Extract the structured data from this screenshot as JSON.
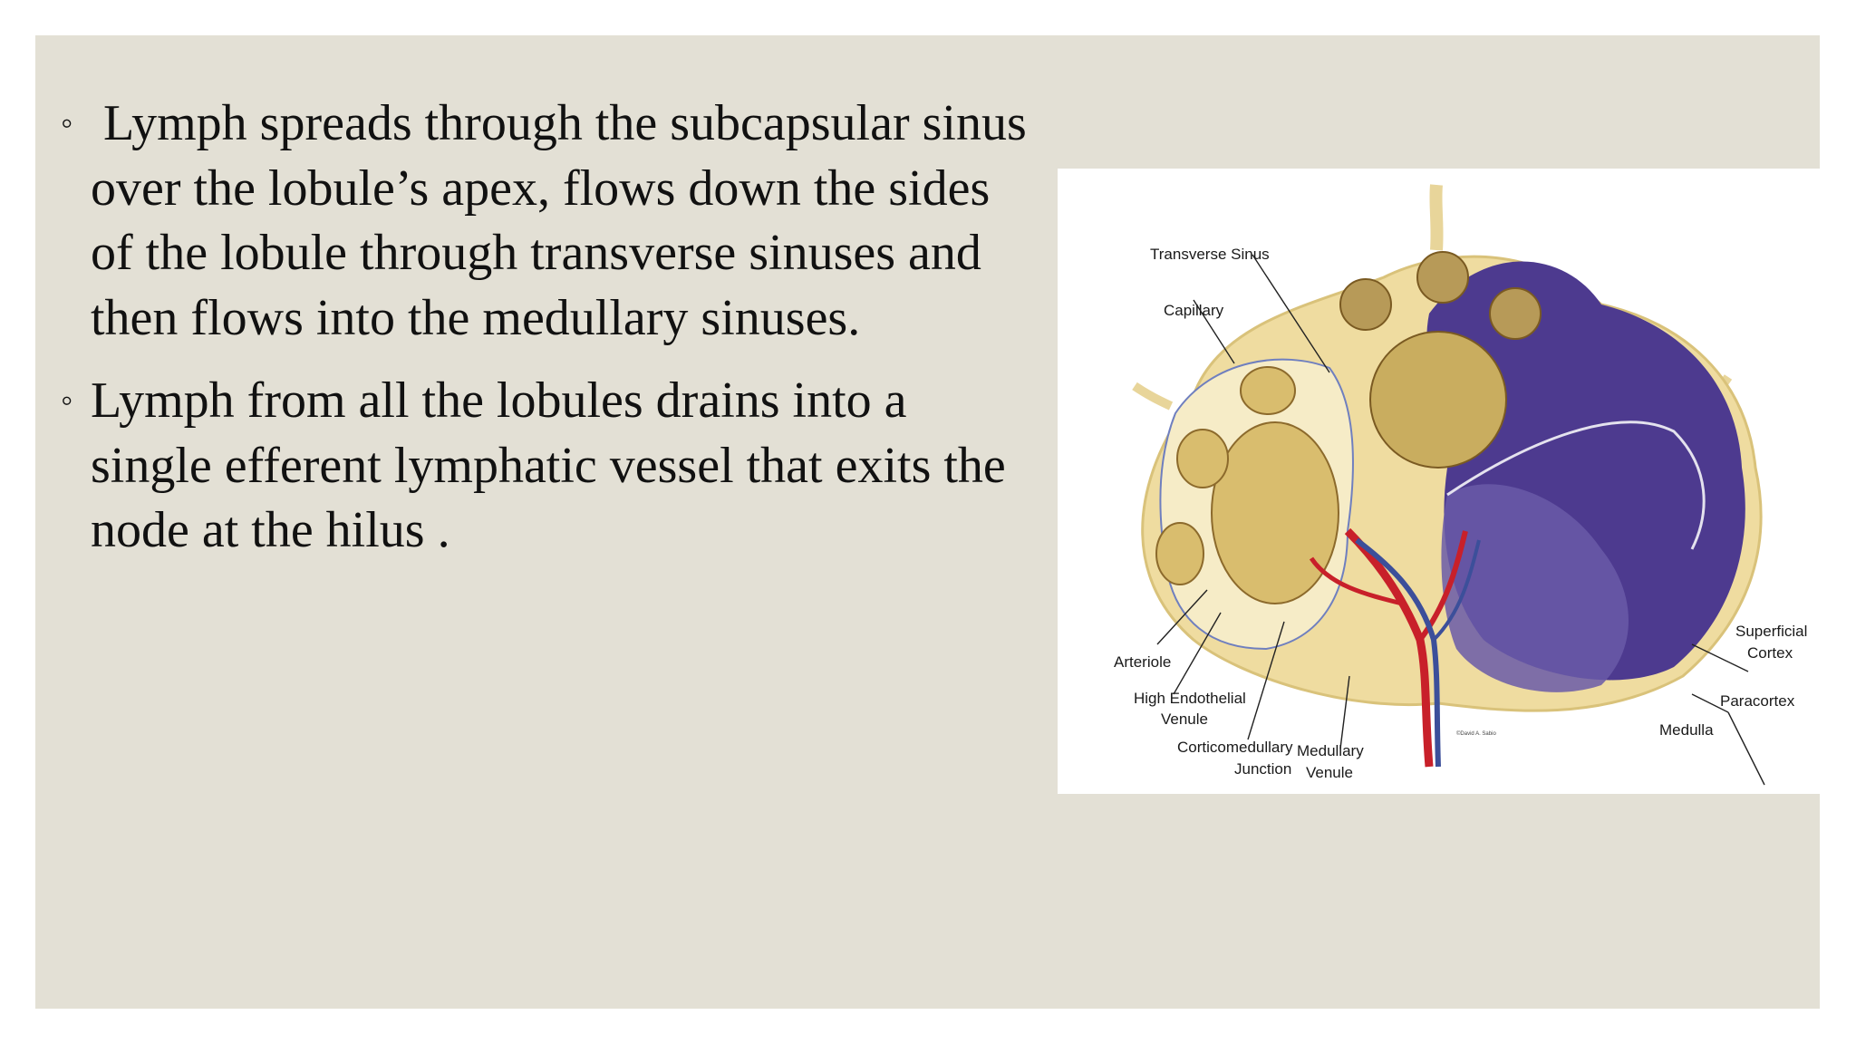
{
  "bullets": [
    {
      "marker": "◦",
      "text": " Lymph spreads through the subcapsular sinus over the lobule’s apex, flows down the sides of the lobule through transverse sinuses and then flows into the medullary sinuses."
    },
    {
      "marker": "◦",
      "text": "Lymph from all the lobules drains into a single efferent lymphatic vessel that exits the node at the hilus ."
    }
  ],
  "figure": {
    "labels": {
      "transverse_sinus": "Transverse Sinus",
      "capillary": "Capillary",
      "arteriole": "Arteriole",
      "high_endothelial_1": "High Endothelial",
      "high_endothelial_2": "Venule",
      "corticomedullary_1": "Corticomedullary",
      "corticomedullary_2": "Junction",
      "medullary_venule_1": "Medullary",
      "medullary_venule_2": "Venule",
      "superficial_cortex_1": "Superficial",
      "superficial_cortex_2": "Cortex",
      "paracortex": "Paracortex",
      "medulla": "Medulla",
      "credit": "©David A. Sabio"
    },
    "colors": {
      "capsule": "#efdca0",
      "follicle": "#d9bd6e",
      "cortex": "#4d3a8f",
      "paracortex": "#6a5aa8",
      "artery": "#c8202a",
      "vein": "#3c4f9a"
    }
  }
}
